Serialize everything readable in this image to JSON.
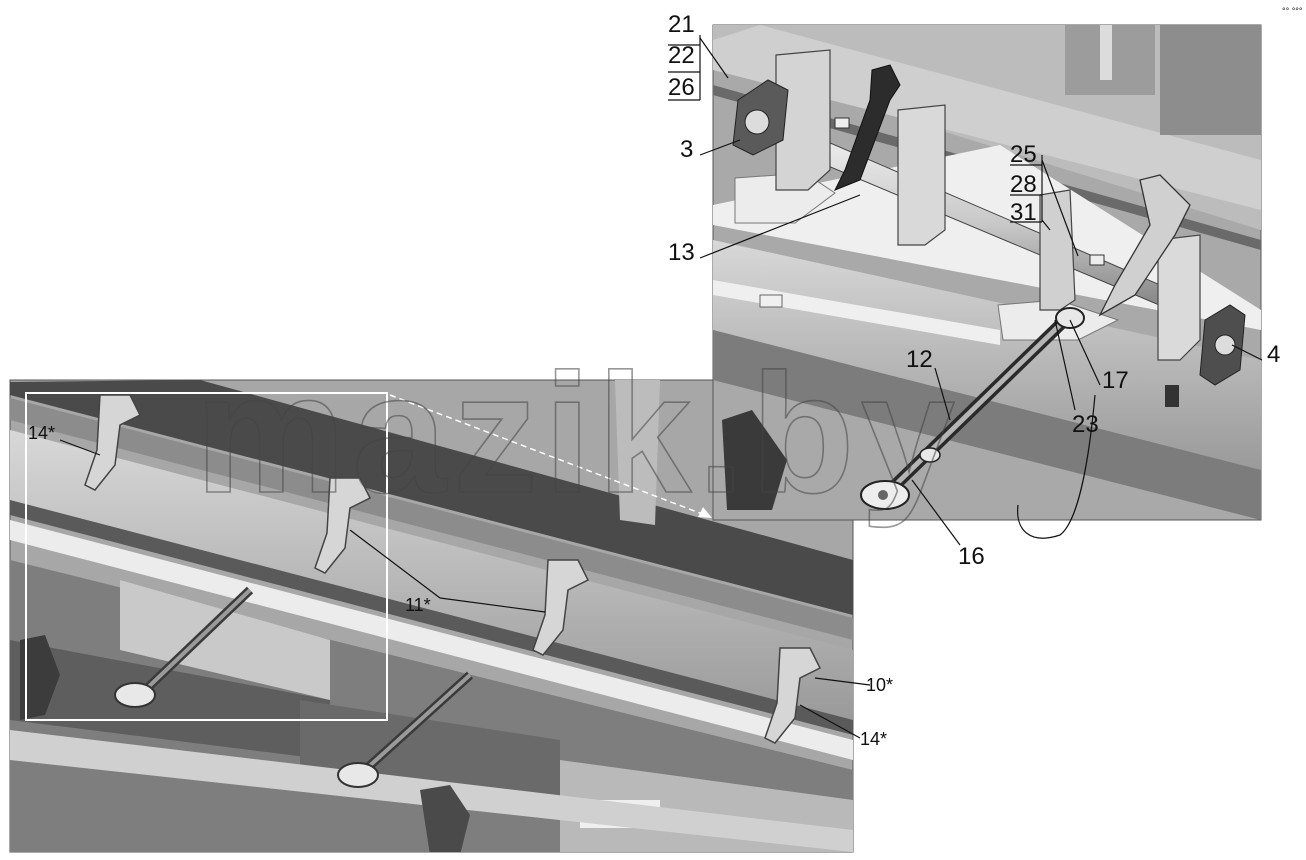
{
  "watermark": "mazik.by",
  "corner_mark": "°° °°°",
  "detail_callouts": {
    "c21": "21",
    "c22": "22",
    "c26": "26",
    "c3": "3",
    "c13": "13",
    "c25": "25",
    "c28": "28",
    "c31": "31",
    "c12": "12",
    "c4": "4",
    "c17": "17",
    "c23": "23",
    "c16": "16"
  },
  "overview_callouts": {
    "c14a": "14*",
    "c11": "11*",
    "c10": "10*",
    "c14b": "14*"
  },
  "colors": {
    "panel": "#a9a9a9",
    "dark": "#3a3a3a",
    "light": "#e6e6e6",
    "frame_line": "#ffffff"
  }
}
